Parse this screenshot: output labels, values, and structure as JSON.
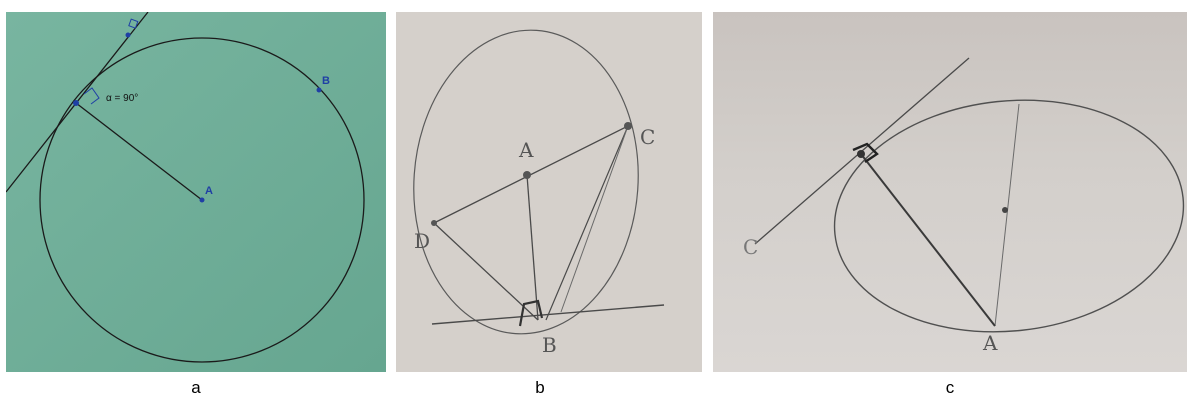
{
  "colors": {
    "panel_a_bg": "#6fae98",
    "panel_b_bg": "#d6d1cc",
    "panel_c_bg": "#cfcac6",
    "construction_line": "#1a1a1a",
    "point_blue": "#1f3fa5",
    "pencil": "#555555"
  },
  "panels": [
    {
      "caption": "a",
      "description_kind": "geogebra-screenshot",
      "labels": {
        "point_a": "A",
        "point_b": "B",
        "angle": "α = 90°"
      }
    },
    {
      "caption": "b",
      "description_kind": "pencil-sketch",
      "labels": {
        "point_a": "A",
        "point_c": "C",
        "point_d": "D",
        "point_b": "B"
      }
    },
    {
      "caption": "c",
      "description_kind": "pencil-sketch",
      "labels": {
        "point_a": "A",
        "point_c": "C",
        "point_top": "",
        "point_left": ""
      }
    }
  ]
}
